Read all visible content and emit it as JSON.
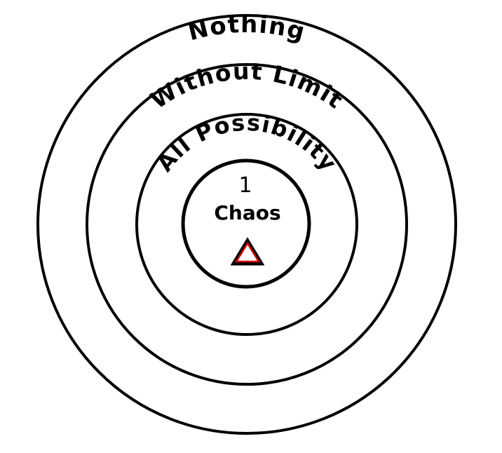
{
  "rings": {
    "outer_label": "Nothing",
    "second_label": "Without Limit",
    "third_label": "All Possibility"
  },
  "center": {
    "number": "1",
    "label": "Chaos",
    "symbol": "triangle-icon"
  },
  "colors": {
    "stroke": "#000000",
    "background": "#ffffff",
    "triangle_accent": "#cc0000"
  }
}
